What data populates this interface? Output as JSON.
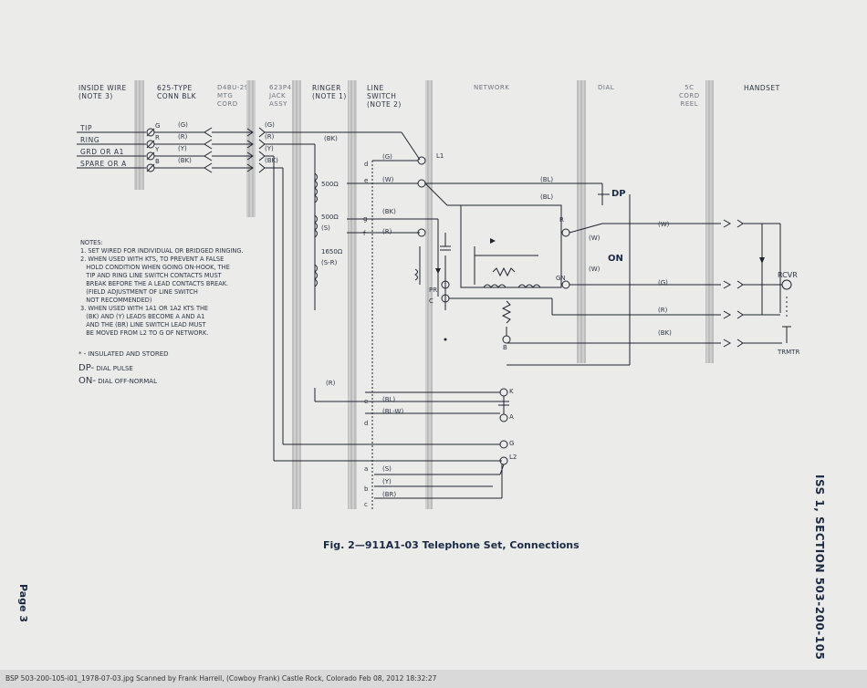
{
  "columns": {
    "inside_wire": "INSIDE WIRE\n(NOTE 3)",
    "conn_blk": "625-TYPE\nCONN BLK",
    "mtg_cord": "D4BU-29\nMTG\nCORD",
    "jack_assy": "623P4\nJACK\nASSY",
    "ringer": "RINGER\n(NOTE 1)",
    "line_switch": "LINE\nSWITCH\n(NOTE 2)",
    "network": "NETWORK",
    "dial": "DIAL",
    "cord_reel": "5C\nCORD\nREEL",
    "handset": "HANDSET"
  },
  "inside_wires": [
    "TIP",
    "RING",
    "GRD OR A1",
    "SPARE OR A"
  ],
  "conn_terminals": [
    "G",
    "R",
    "Y",
    "B"
  ],
  "conn_colors": [
    "(G)",
    "(R)",
    "(Y)",
    "(BK)"
  ],
  "jack_colors": [
    "(G)",
    "(R)",
    "(Y)",
    "(BK)"
  ],
  "ringer_labels": {
    "bk": "(BK)",
    "r500a": "500Ω",
    "r500b": "500Ω",
    "s": "(S)",
    "r1650": "1650Ω",
    "sr": "(S-R)",
    "r_bottom": "(R)"
  },
  "switch_labels": {
    "d": "d",
    "e": "e",
    "g": "g",
    "f": "f",
    "l1": "L1",
    "g_lead": "(G)",
    "w_lead": "(W)",
    "bk_lead": "(BK)",
    "r_lead": "(R)"
  },
  "network_labels": {
    "bl1": "(BL)",
    "bl2": "(BL)",
    "r_term": "R",
    "w1": "(W)",
    "w2": "(W)",
    "gn": "GN",
    "pr": "PR",
    "c": "C",
    "b": "B",
    "dp": "DP",
    "on": "ON"
  },
  "handset_labels": {
    "w": "(W)",
    "g": "(G)",
    "r": "(R)",
    "bk": "(BK)",
    "rcvr": "RCVR",
    "trmtr": "TRMTR"
  },
  "lower_switch": {
    "e": "e",
    "d": "d",
    "bl": "(BL)",
    "blw": "(BL-W)",
    "k": "K",
    "a": "A",
    "g": "G",
    "l2": "L2",
    "a2": "a",
    "b2": "b",
    "c2": "c",
    "s": "(S)",
    "y": "(Y)",
    "br": "(BR)"
  },
  "notes": [
    "NOTES:",
    "1. SET WIRED FOR INDIVIDUAL OR BRIDGED RINGING.",
    "2. WHEN USED WITH KTS, TO PREVENT A FALSE",
    "   HOLD CONDITION WHEN GOING ON-HOOK, THE",
    "   TIP AND RING LINE SWITCH CONTACTS MUST",
    "   BREAK BEFORE THE A LEAD CONTACTS BREAK.",
    "   (FIELD ADJUSTMENT OF LINE SWITCH",
    "   NOT RECOMMENDED)",
    "3. WHEN USED WITH 1A1 OR 1A2 KTS THE",
    "   (BK) AND (Y) LEADS BECOME A AND A1",
    "   AND THE (BR) LINE SWITCH LEAD MUST",
    "   BE MOVED FROM L2 TO G OF NETWORK."
  ],
  "legend": {
    "insulated": "* - INSULATED AND STORED",
    "dp_abbr": "DP-",
    "dp_text": "DIAL PULSE",
    "on_abbr": "ON-",
    "on_text": "DIAL OFF-NORMAL"
  },
  "caption": "Fig. 2—911A1-03 Telephone Set, Connections",
  "section_label": "ISS 1, SECTION 503-200-105",
  "page_label": "Page 3",
  "footer": "BSP 503-200-105-i01_1978-07-03.jpg   Scanned by Frank Harrell, (Cowboy Frank) Castle Rock, Colorado  Feb 08, 2012 18:32:27",
  "colors": {
    "ink": "#1e2430",
    "paper": "#ebebea",
    "stripe": "#c9c9c9"
  }
}
